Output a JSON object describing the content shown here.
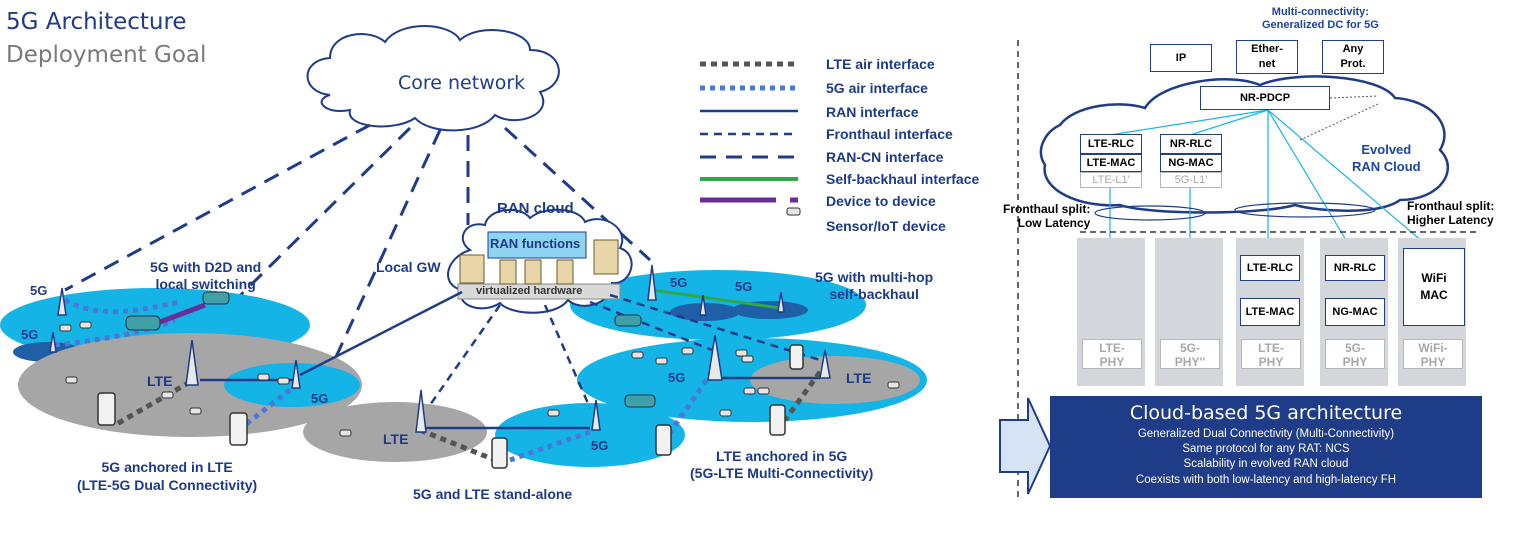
{
  "title": "5G Architecture",
  "subtitle": "Deployment Goal",
  "core_network": "Core network",
  "ran_cloud": {
    "title": "RAN cloud",
    "functions": "RAN functions",
    "hardware": "virtualized hardware"
  },
  "legend": [
    {
      "label": "LTE air interface"
    },
    {
      "label": "5G air interface"
    },
    {
      "label": "RAN interface"
    },
    {
      "label": "Fronthaul interface"
    },
    {
      "label": "RAN-CN interface"
    },
    {
      "label": "Self-backhaul interface"
    },
    {
      "label": "Device to device"
    },
    {
      "label": "Sensor/IoT device"
    }
  ],
  "labels": {
    "d2d": "5G with D2D and\nlocal switching",
    "local_gw": "Local GW",
    "multihop": "5G with multi-hop\nself-backhaul",
    "anchored_lte": "5G anchored in LTE\n(LTE-5G Dual Connectivity)",
    "standalone": "5G and LTE stand-alone",
    "anchored_5g": "LTE anchored in 5G\n(5G-LTE Multi-Connectivity)",
    "g5": "5G",
    "lte": "LTE"
  },
  "arch": {
    "header": "Multi-connectivity:\nGeneralized DC for 5G",
    "ip": "IP",
    "ethernet": "Ether-\nnet",
    "any_prot": "Any\nProt.",
    "pdcp": "NR-PDCP",
    "lte_rlc": "LTE-RLC",
    "lte_mac": "LTE-MAC",
    "lte_l1": "LTE-L1'",
    "nr_rlc": "NR-RLC",
    "ng_mac": "NG-MAC",
    "g5_l1": "5G-L1'",
    "evolved": "Evolved\nRAN Cloud",
    "fh_low": "Fronthaul split:\nLow Latency",
    "fh_high": "Fronthaul split:\nHigher Latency",
    "col_lte_rlc": "LTE-RLC",
    "col_lte_mac": "LTE-MAC",
    "col_nr_rlc": "NR-RLC",
    "col_ng_mac": "NG-MAC",
    "col_wifi_mac": "WiFi\nMAC",
    "phy": [
      "LTE-\nPHY",
      "5G-\nPHY''",
      "LTE-\nPHY",
      "5G-\nPHY",
      "WiFi-\nPHY"
    ],
    "cloud_title": "Cloud-based 5G architecture",
    "cloud_lines": [
      "Generalized Dual Connectivity (Multi-Connectivity)",
      "Same protocol for any RAT: NCS",
      "Scalability in evolved RAN cloud",
      "Coexists with both low-latency and high-latency FH"
    ]
  },
  "colors": {
    "brand": "#1f3c88",
    "cyan": "#14b5e6",
    "gray": "#a6a6a6",
    "green": "#2ea84a",
    "purple": "#6a2c9a",
    "navy": "#1e44a0"
  }
}
